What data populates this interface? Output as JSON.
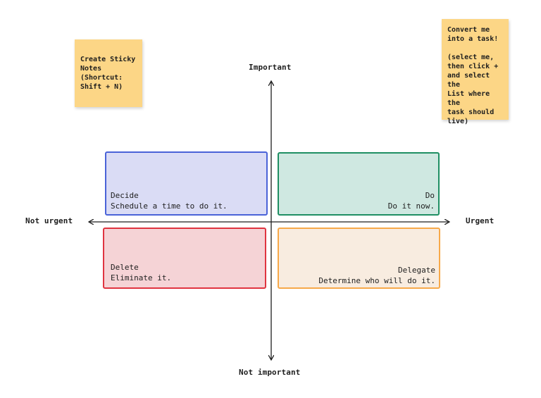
{
  "axes": {
    "top_label": "Important",
    "bottom_label": "Not important",
    "left_label": "Not urgent",
    "right_label": "Urgent"
  },
  "sticky_notes": [
    {
      "text": "Create Sticky\nNotes\n(Shortcut:\nShift + N)"
    },
    {
      "text": "Convert me\ninto a task!\n\n(select me,\nthen click +\nand select the\nList where the\ntask should\nlive)"
    }
  ],
  "quadrants": {
    "decide": {
      "title": "Decide",
      "subtitle": "Schedule a time to do it."
    },
    "do": {
      "title": "Do",
      "subtitle": "Do it now."
    },
    "delete": {
      "title": "Delete",
      "subtitle": "Eliminate it."
    },
    "delegate": {
      "title": "Delegate",
      "subtitle": "Determine who will do it."
    }
  },
  "colors": {
    "sticky": "#fcd686",
    "decide_fill": "#dadcf5",
    "decide_border": "#4a63d8",
    "do_fill": "#cfe8e1",
    "do_border": "#1f8f63",
    "delete_fill": "#f5d3d6",
    "delete_border": "#e03440",
    "delegate_fill": "#f8ece0",
    "delegate_border": "#f7a94a"
  }
}
